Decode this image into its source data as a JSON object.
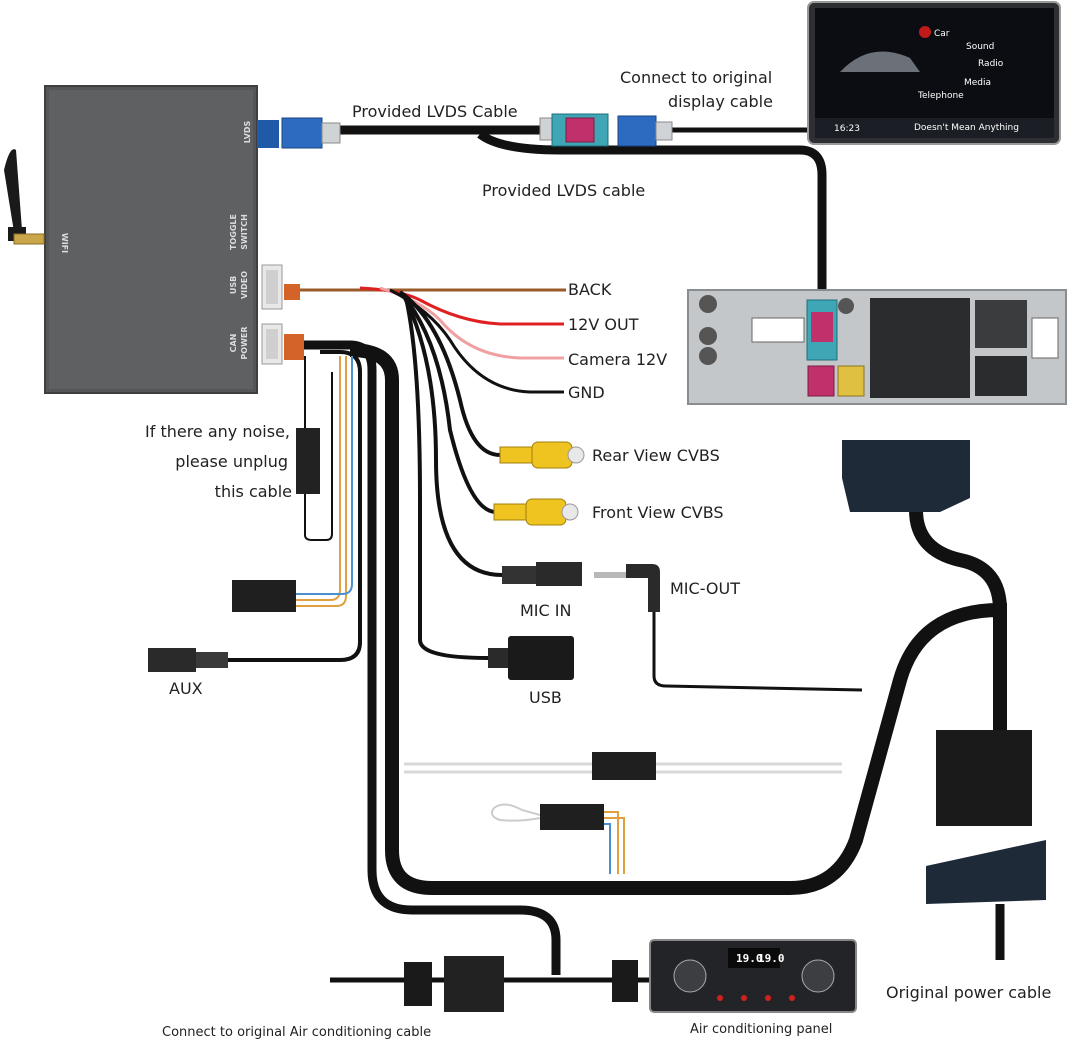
{
  "labels": {
    "provided_lvds_cable_top": "Provided LVDS Cable",
    "connect_original_display_1": "Connect to original",
    "connect_original_display_2": "display cable",
    "provided_lvds_cable_mid": "Provided LVDS cable",
    "back": "BACK",
    "out_12v": "12V OUT",
    "camera_12v": "Camera 12V",
    "gnd": "GND",
    "rear_view_cvbs": "Rear View CVBS",
    "front_view_cvbs": "Front View CVBS",
    "mic_in": "MIC IN",
    "mic_out": "MIC-OUT",
    "usb": "USB",
    "aux": "AUX",
    "noise_1": "If there any noise,",
    "noise_2": "please unplug",
    "noise_3": "this cable",
    "original_power_cable": "Original power cable",
    "air_conditioning_panel": "Air conditioning panel",
    "connect_air_conditioning": "Connect to original Air conditioning cable"
  },
  "box_ports": {
    "lvds": "LVDS",
    "toggle_switch_1": "TOGGLE",
    "toggle_switch_2": "SWITCH",
    "usb_video_1": "USB",
    "usb_video_2": "VIDEO",
    "can_power_1": "CAN",
    "can_power_2": "POWER",
    "wifi": "WIFI"
  },
  "screen": {
    "menu": [
      "Car",
      "Sound",
      "Radio",
      "Media",
      "Telephone"
    ],
    "time": "16:23",
    "now_playing": "Doesn't Mean Anything"
  },
  "ac_panel": {
    "left_temp": "19.0",
    "right_temp": "19.0"
  },
  "wire_colors": {
    "back": "#9a5a2a",
    "out_12v": "#e02020",
    "camera_12v": "#f0a0a0",
    "gnd": "#111111",
    "lvds_blue": "#1e5aa8",
    "lvds_teal": "#3ea6b4",
    "lvds_magenta": "#c0306a",
    "rca_yellow": "#f0c420"
  }
}
